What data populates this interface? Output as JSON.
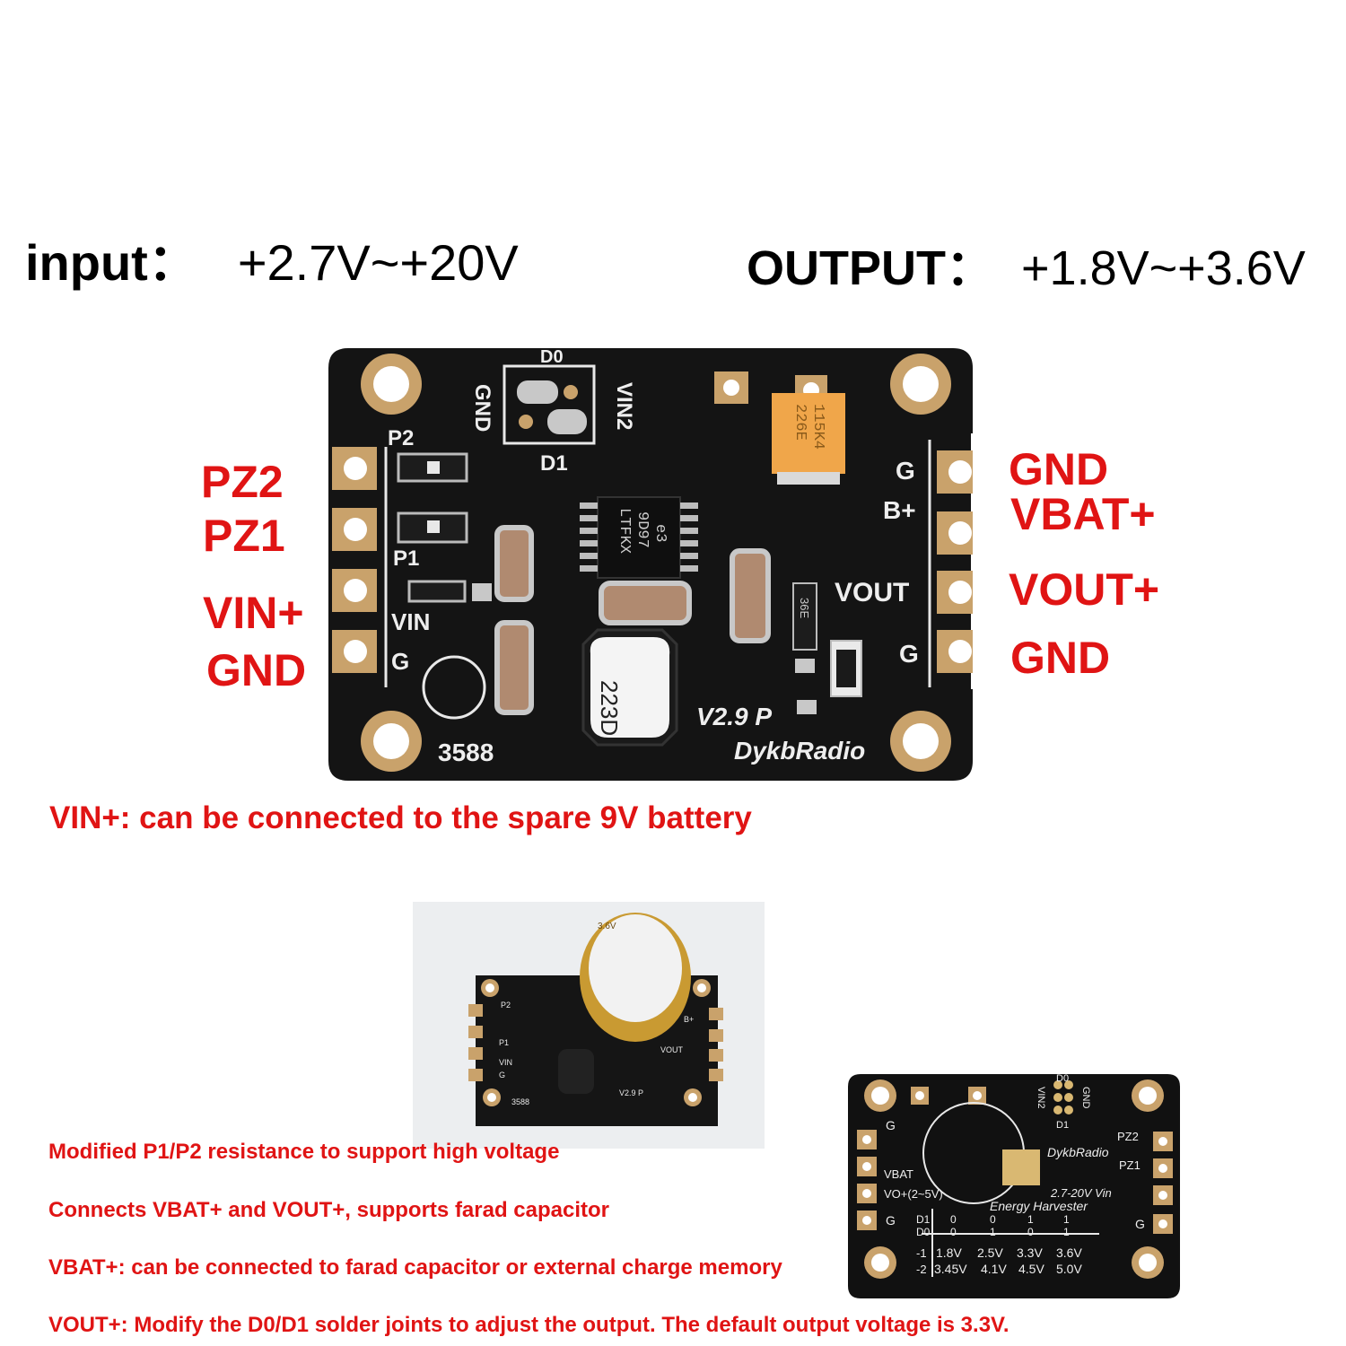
{
  "header": {
    "input_label": "input：",
    "input_value": "+2.7V~+20V",
    "output_label": "OUTPUT：",
    "output_value": "+1.8V~+3.6V"
  },
  "left_pins": [
    "PZ2",
    "PZ1",
    "VIN+",
    "GND"
  ],
  "right_pins": [
    "GND",
    "VBAT+",
    "VOUT+",
    "GND"
  ],
  "board_main": {
    "silk_p2": "P2",
    "silk_p1": "P1",
    "silk_vin": "VIN",
    "silk_g_left": "G",
    "silk_gnd": "GND",
    "silk_vin2": "VIN2",
    "silk_d0": "D0",
    "silk_d1": "D1",
    "silk_g_right_top": "G",
    "silk_bplus": "B+",
    "silk_vout": "VOUT",
    "silk_g_right_bottom": "G",
    "chip_line1": "LTFKX",
    "chip_line2": "9D97",
    "chip_line3": "e3",
    "tantalum_line1": "226E",
    "tantalum_line2": "115K4",
    "inductor": "223D",
    "small_part": "36E",
    "version": "V2.9 P",
    "brand": "DykbRadio",
    "number": "3588"
  },
  "notes": {
    "vin_note": "VIN+: can be connected to the spare 9V battery",
    "note1": "Modified P1/P2 resistance to support high voltage",
    "note2": "Connects VBAT+ and VOUT+, supports farad capacitor",
    "note3": "VBAT+: can be connected to farad capacitor or external charge memory",
    "note4": "VOUT+: Modify the D0/D1 solder joints to adjust the output. The default output voltage is 3.3V."
  },
  "board_photo": {
    "cap_text": "3.6V",
    "p2": "P2",
    "p1": "P1",
    "vin": "VIN",
    "g": "G",
    "bplus": "B+",
    "vout": "VOUT",
    "version": "V2.9 P",
    "number": "3588"
  },
  "board_back": {
    "d0": "D0",
    "d1": "D1",
    "vin2": "VIN2",
    "gnd": "GND",
    "g_top": "G",
    "pz2": "PZ2",
    "pz1": "PZ1",
    "brand": "DykbRadio",
    "vbat": "VBAT",
    "vo": "VO+(2~5V)",
    "vin_range": "2.7-20V  Vin",
    "title": "Energy Harvester",
    "g_left": "G",
    "g_right": "G",
    "table_d1": "D1",
    "table_d0": "D0",
    "d1_values": [
      "0",
      "0",
      "1",
      "1"
    ],
    "d0_values": [
      "0",
      "1",
      "0",
      "1"
    ],
    "row1_label": "-1",
    "row1_values": [
      "1.8V",
      "2.5V",
      "3.3V",
      "3.6V"
    ],
    "row2_label": "-2",
    "row2_values": [
      "3.45V",
      "4.1V",
      "4.5V",
      "5.0V"
    ]
  }
}
